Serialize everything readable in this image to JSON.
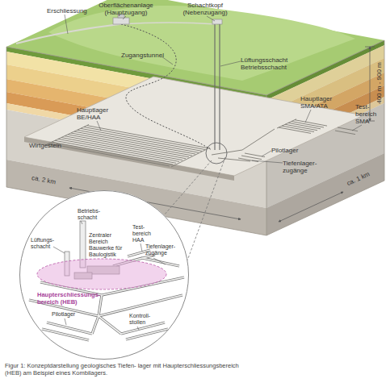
{
  "diagram": {
    "caption": "Figur 1: Konzeptdarstellung geologisches Tiefen- lager mit Haupterschliessungsbereich (HEB) am Beispiel eines Kombilagers.",
    "nodes": [
      {
        "text": [
          "Betriebs- schacht",
          "Lüftungs- schacht",
          "Zentraler Bereich Bauwerke für Baulogistik",
          "Test- bereich HAA",
          "Tiefenlager- zugänge",
          "Pilotlager",
          "Kontroll- stollen"
        ]
      },
      {
        "text": [
          "Haupterschliessungs- bereich (HEB)"
        ],
        "in": 0
      }
    ],
    "labels": [
      "Erschliessung",
      "Oberflächenanlage (Hauptzugang)",
      "Schachtkopf (Nebenzugang)",
      "Zugangstunnel",
      "Lüftungsschacht Betriebsschacht",
      "400 m - 900 m",
      "Hauptlager SMA/ATA",
      "Test- bereich SMA",
      "Hauptlager BE/HAA",
      "Pilotlager",
      "Tiefenlager- zugänge",
      "Wirtgestein",
      "ca. 2 km",
      "ca. 1 km"
    ]
  }
}
